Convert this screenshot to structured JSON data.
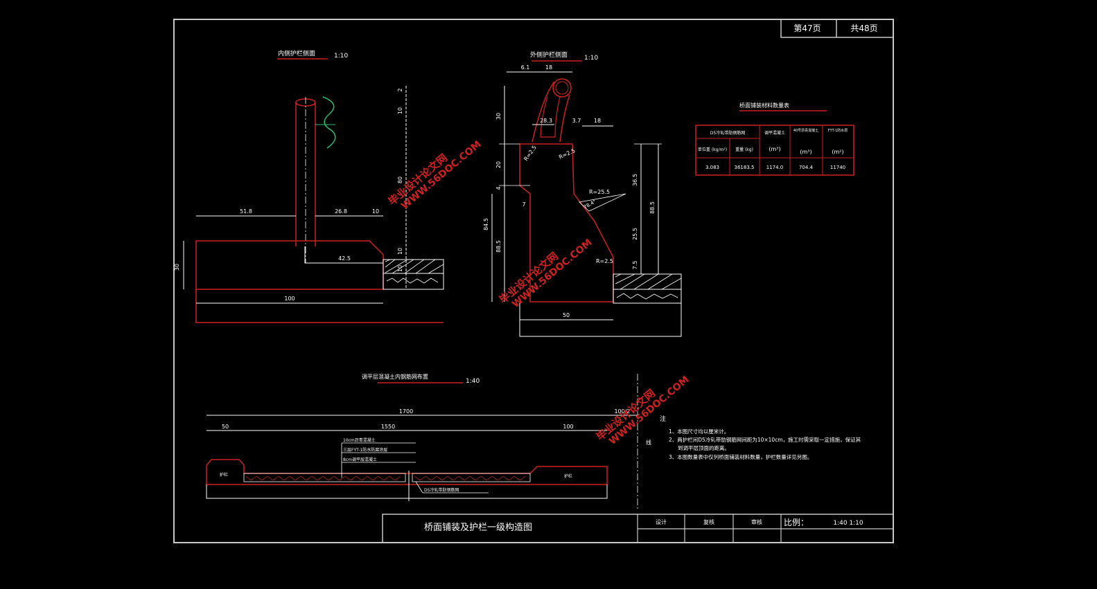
{
  "page": {
    "current": "第47页",
    "total": "共48页"
  },
  "views": {
    "inner": {
      "title": "内侧护栏侧面",
      "scale": "1:10",
      "dims": {
        "w1": "51.8",
        "w2": "26.8",
        "w3": "10",
        "inner": "42.5",
        "base": "100",
        "h": "30",
        "v1": "2",
        "v2": "10",
        "v3": "80",
        "v4": "10",
        "v5": "10"
      }
    },
    "outer": {
      "title": "外侧护栏侧面",
      "scale": "1:10",
      "dims": {
        "top1": "6.1",
        "top2": "18",
        "rail": "28.3",
        "gap": "3.7",
        "side": "18",
        "h1": "30",
        "h2": "20",
        "h3": "4",
        "h4": "84.5",
        "h5": "88.5",
        "notch": "7",
        "r1": "R=2.5",
        "r2": "R=2.5",
        "r3": "R=25.5",
        "r4": "R=2.5",
        "ang": "78.4°",
        "rh1": "36.5",
        "rh2": "88.5",
        "rh3": "25.5",
        "rh4": "7.5",
        "base": "50"
      }
    },
    "deck": {
      "title": "调平层混凝土内钢筋网布置",
      "scale": "1:40",
      "dims": {
        "total": "1700",
        "d1": "50",
        "d2": "1550",
        "d3": "100",
        "d4": "100/2"
      },
      "layers": [
        "10cm沥青混凝土",
        "三层FYT-1防水防腐涂层",
        "8cm调平层混凝土"
      ],
      "mesh": "D5冷轧带肋钢筋网",
      "left_label": "护栏",
      "right_label": "护栏",
      "center_label": "线"
    }
  },
  "qty_table": {
    "title": "桥面铺装材料数量表",
    "header1": [
      "D5冷轧带肋钢筋网",
      "调平混凝土",
      "40号沥青混凝土",
      "FYT-1防水层"
    ],
    "header2": [
      "单位重 (kg/m²)",
      "重量 (kg)",
      "(m³)",
      "(m³)",
      "(m²)"
    ],
    "row": [
      "3.083",
      "36183.5",
      "1174.0",
      "704.4",
      "11740"
    ]
  },
  "notes": {
    "heading": "注",
    "items": [
      "1、本图尺寸均以厘米计。",
      "2、两护栏间D5冷轧带肋钢筋网间距为10×10cm，施工时需采取一定措施，保证其",
      "到调平层顶面的距离。",
      "3、本图数量表中仅列桥面铺装材料数量，护栏数量详见另图。"
    ]
  },
  "title_block": {
    "title": "桥面铺装及护栏一级构造图",
    "design": "设计",
    "review": "复核",
    "check": "审核",
    "scale_label": "比例：",
    "scale_value": "1:40  1:10"
  },
  "watermark": {
    "line1": "毕业设计论文网",
    "line2": "WWW.56DOC.COM"
  }
}
